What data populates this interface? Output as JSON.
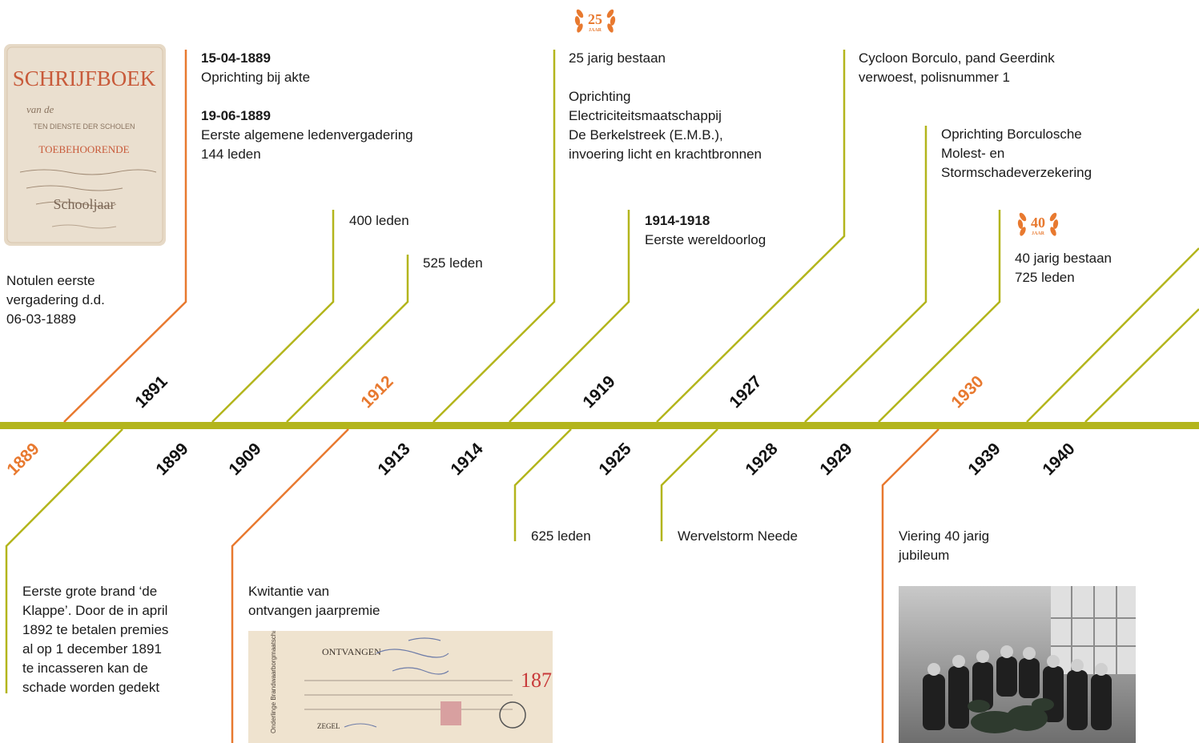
{
  "colors": {
    "green": "#b3b51c",
    "orange": "#e8792f",
    "text": "#1a1a1a"
  },
  "years_above": [
    {
      "label": "1891",
      "color": "black"
    },
    {
      "label": "1912",
      "color": "orange"
    },
    {
      "label": "1919",
      "color": "black"
    },
    {
      "label": "1927",
      "color": "black"
    },
    {
      "label": "1930",
      "color": "orange"
    }
  ],
  "years_below": [
    {
      "label": "1889",
      "color": "orange"
    },
    {
      "label": "1899",
      "color": "black"
    },
    {
      "label": "1909",
      "color": "black"
    },
    {
      "label": "1913",
      "color": "black"
    },
    {
      "label": "1914",
      "color": "black"
    },
    {
      "label": "1925",
      "color": "black"
    },
    {
      "label": "1928",
      "color": "black"
    },
    {
      "label": "1929",
      "color": "black"
    },
    {
      "label": "1939",
      "color": "black"
    },
    {
      "label": "1940",
      "color": "black"
    }
  ],
  "events": {
    "notulen": {
      "lines": [
        "Notulen eerste",
        "vergadering d.d.",
        "06-03-1889"
      ]
    },
    "e1889": {
      "date1": "15-04-1889",
      "text1": "Oprichting bij akte",
      "date2": "19-06-1889",
      "text2a": "Eerste algemene ledenvergadering",
      "text2b": "144 leden"
    },
    "e400": {
      "text": "400 leden"
    },
    "e525": {
      "text": "525 leden"
    },
    "e25": {
      "line1": "25 jarig bestaan",
      "line2": "Oprichting",
      "line3": "Electriciteitsmaatschappij",
      "line4": "De Berkelstreek (E.M.B.),",
      "line5": "invoering licht en krachtbronnen"
    },
    "ewar": {
      "date": "1914-1918",
      "text": "Eerste wereldoorlog"
    },
    "ecycloon": {
      "line1": "Cycloon Borculo, pand Geerdink",
      "line2": "verwoest, polisnummer 1"
    },
    "eborc": {
      "line1": "Oprichting Borculosche",
      "line2": "Molest- en",
      "line3": "Stormschadeverzekering"
    },
    "e40": {
      "line1": "40 jarig bestaan",
      "line2": "725 leden"
    },
    "brand": {
      "lines": [
        "Eerste grote brand ‘de",
        "Klappe’. Door de in april",
        "1892 te betalen premies",
        "al op 1 december 1891",
        "te incasseren kan de",
        "schade worden gedekt"
      ]
    },
    "kwitantie": {
      "line1": "Kwitantie van",
      "line2": "ontvangen jaarpremie"
    },
    "e625": {
      "text": "625 leden"
    },
    "werv": {
      "text": "Wervelstorm Neede"
    },
    "viering": {
      "line1": "Viering 40 jarig",
      "line2": "jubileum"
    }
  },
  "badges": {
    "b25": {
      "number": "25",
      "word": "JAAR"
    },
    "b40": {
      "number": "40",
      "word": "JAAR"
    }
  },
  "schrijfboek": {
    "title": "SCHRIJFBOEK",
    "line1": "van de",
    "line2": "TEN DIENSTE DER SCHOLEN",
    "line3": "TOEBEHOORENDE",
    "line4": "Schooljaar"
  },
  "receipt": {
    "heading": "ONTVANGEN",
    "side": "Onderlinge Brandwaarborgmaatschappij",
    "amount": "187",
    "zegel": "ZEGEL"
  }
}
